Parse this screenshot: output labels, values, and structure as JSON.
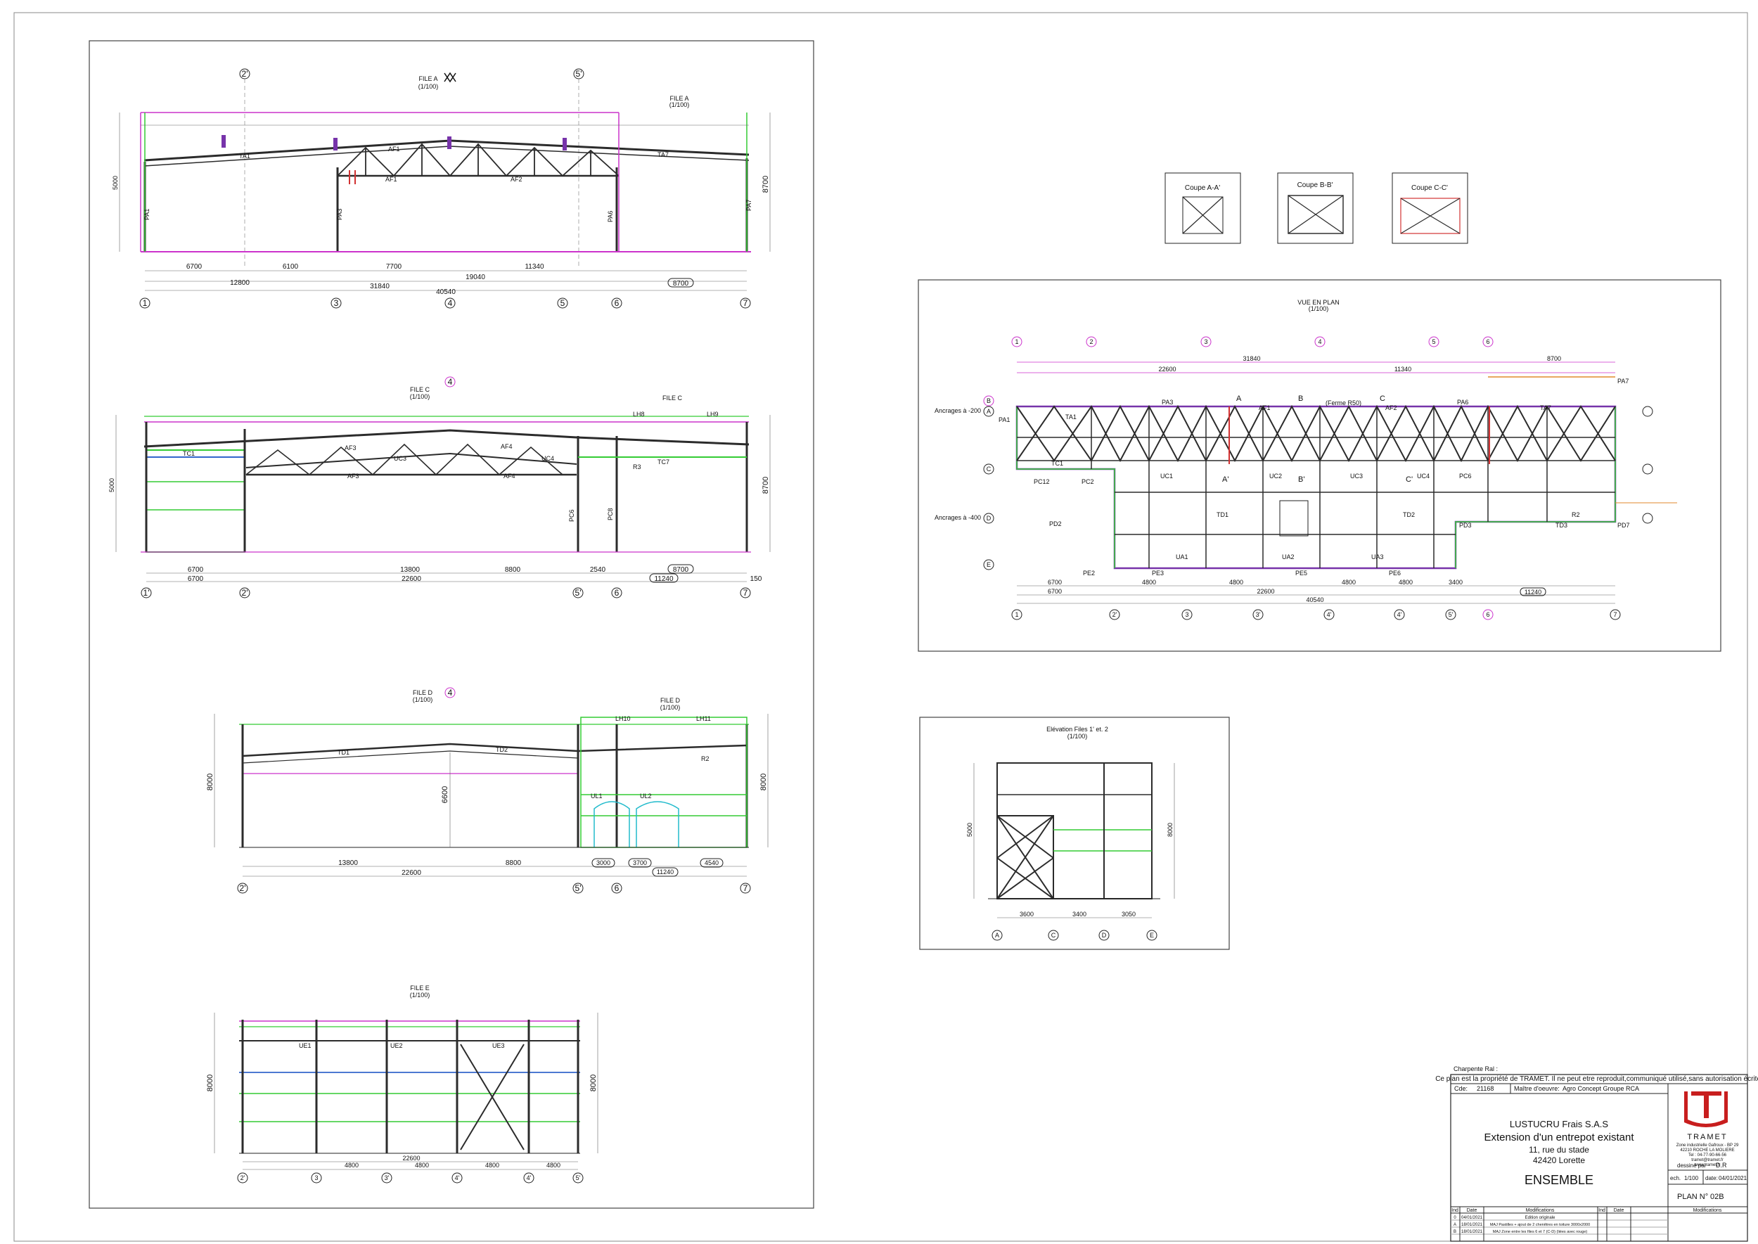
{
  "colors": {
    "frame": "#222222",
    "steel": "#2b2b2b",
    "purlin_magenta": "#cc33cc",
    "post_green": "#33cc33",
    "bracing_purple": "#7733aa",
    "accent_red": "#d23232",
    "crane_blue": "#3366cc",
    "cyan": "#22bbcc",
    "orange": "#e08a2c"
  },
  "panels": {
    "file_a": {
      "title": "FILE A",
      "scale": "(1/100)",
      "title_right": "FILE A",
      "scale_right": "(1/100)",
      "members": [
        "TA1",
        "AF1",
        "AF1",
        "AF2",
        "TA7",
        "PA1",
        "PA3",
        "PA6",
        "PA7"
      ],
      "axes": [
        "1",
        "3",
        "4",
        "5",
        "6",
        "7"
      ],
      "top_axes": [
        "2'",
        "5'"
      ],
      "dims_row1": [
        "6700",
        "6100",
        "7700",
        "19040",
        "11340"
      ],
      "dims_row2": [
        "12800",
        "31840"
      ],
      "total": "40540",
      "boxed_dim": "8700",
      "height_dim": "8700",
      "left_height": "5000"
    },
    "file_c": {
      "title": "FILE C",
      "scale": "(1/100)",
      "title_right": "FILE C",
      "top_axis": "4",
      "members": [
        "TC1",
        "AF3",
        "AF3",
        "UC3",
        "AF4",
        "AF4",
        "UC4",
        "PC6",
        "PC8",
        "TC7",
        "LH8",
        "LH9",
        "R3"
      ],
      "axes": [
        "1'",
        "2'",
        "5'",
        "6",
        "7"
      ],
      "dims_row1": [
        "6700",
        "13800",
        "8800",
        "2540"
      ],
      "dims_row2": [
        "6700",
        "22600"
      ],
      "boxed_dims": [
        "8700",
        "11240"
      ],
      "tail_dim": "150",
      "height_dim": "8700",
      "left_height": "5000"
    },
    "file_d": {
      "title": "FILE D",
      "scale": "(1/100)",
      "title_right": "FILE D",
      "scale_right": "(1/100)",
      "top_axis": "4",
      "members": [
        "TD1",
        "TD2",
        "LH10",
        "LH11",
        "UL1",
        "UL2",
        "R2"
      ],
      "axes": [
        "2'",
        "5'",
        "6",
        "7"
      ],
      "dims_row1": [
        "13800",
        "8800"
      ],
      "dims_row2": [
        "22600"
      ],
      "boxed_dims": [
        "3000",
        "3700",
        "4540",
        "11240"
      ],
      "height_dim": "8000",
      "mid_height": "6600",
      "left_height": "8000"
    },
    "file_e": {
      "title": "FILE E",
      "scale": "(1/100)",
      "members": [
        "UE1",
        "UE2",
        "UE3"
      ],
      "axes": [
        "2'",
        "3",
        "3'",
        "4'",
        "4'",
        "5'"
      ],
      "dims_row1": [
        "4800",
        "4800",
        "4800",
        "4800"
      ],
      "total": "22600",
      "height_dim": "8000",
      "left_height": "8000"
    },
    "sections": [
      {
        "title": "Coupe A-A'"
      },
      {
        "title": "Coupe B-B'"
      },
      {
        "title": "Coupe C-C'"
      }
    ],
    "vue_en_plan": {
      "title": "VUE EN PLAN",
      "scale": "(1/100)",
      "top_axes": [
        "1",
        "2",
        "3",
        "4",
        "5",
        "6"
      ],
      "bottom_axes": [
        "1",
        "2'",
        "3",
        "3'",
        "4'",
        "4'",
        "5'",
        "6",
        "7"
      ],
      "row_axes": [
        "A",
        "B",
        "C",
        "D",
        "E"
      ],
      "ancrages": [
        "Ancrages à -200",
        "Ancrages à -400"
      ],
      "members": [
        "PA1",
        "TA1",
        "PA3",
        "AF1",
        "AF2",
        "PA6",
        "TA7",
        "PA7",
        "TC1",
        "UC1",
        "UC2",
        "UC3",
        "UC4",
        "PC12",
        "PC2",
        "PC6",
        "TD1",
        "TD2",
        "TD3",
        "PD2",
        "PD3",
        "PD7",
        "PE2",
        "PE3",
        "PE5",
        "PE6",
        "UA1",
        "UA2",
        "UA3",
        "R2"
      ],
      "cuts": [
        "A",
        "A'",
        "B",
        "B'",
        "C",
        "C'"
      ],
      "ferme_label": "(Ferme R50)",
      "top_dims": [
        "31840",
        "8700"
      ],
      "top_dims2": [
        "22600",
        "11340"
      ],
      "bottom_dims": [
        "6700",
        "4800",
        "4800",
        "4800",
        "4800",
        "3400"
      ],
      "bottom_dims2": [
        "6700",
        "22600",
        "11240"
      ],
      "total": "40540"
    },
    "elevation": {
      "title": "Elévation Files 1' et. 2",
      "scale": "(1/100)",
      "axes": [
        "A",
        "C",
        "D",
        "E"
      ],
      "dims": [
        "3600",
        "3400",
        "3050"
      ],
      "height": "5000",
      "height_right": "8000"
    }
  },
  "title_block": {
    "header": "Charpente Ral :",
    "property": "Ce plan est la propriété de TRAMET. Il ne peut etre reproduit,communiqué utilisé,sans autorisation écrite.",
    "cde_label": "Cde:",
    "cde_value": "21168",
    "maitre_label": "Maître d'oeuvre:",
    "maitre_value": "Agro Concept Groupe RCA",
    "client": "LUSTUCRU Frais S.A.S",
    "project": "Extension d'un entrepot existant",
    "street": "11, rue du stade",
    "city": "42420 Lorette",
    "sheet_name": "ENSEMBLE",
    "company": "TRAMET",
    "company_address": "Zone industrielle Gafroux - BP 29",
    "company_city": "42210 ROCHE LA MOLIERE",
    "company_tel": "Tel : 04-77-90-66-56",
    "company_mail": "tramet@tramet.fr",
    "company_web": "www.tramet.fr",
    "dessine_label": "dessiné par",
    "dessine_value": "D.R",
    "echelle_label": "ech.",
    "echelle_value": "1/100",
    "date_label": "date:",
    "date_value": "04/01/2021",
    "plan_label": "PLAN N°",
    "plan_value": "02B",
    "table_headers": [
      "Ind",
      "Date",
      "Modifications",
      "Ind",
      "Date",
      "Modifications"
    ],
    "revisions": [
      {
        "ind": "0",
        "date": "04/01/2021",
        "mod": "Edition originale"
      },
      {
        "ind": "A",
        "date": "18/01/2021",
        "mod": "MAJ Pastilles + ajout de 2 chenêtres en toiture 3000x2000"
      },
      {
        "ind": "B",
        "date": "18/01/2021",
        "mod": "MAJ Zone entre les files 6 et 7 (C-D) (liées avec rouge)"
      }
    ]
  }
}
